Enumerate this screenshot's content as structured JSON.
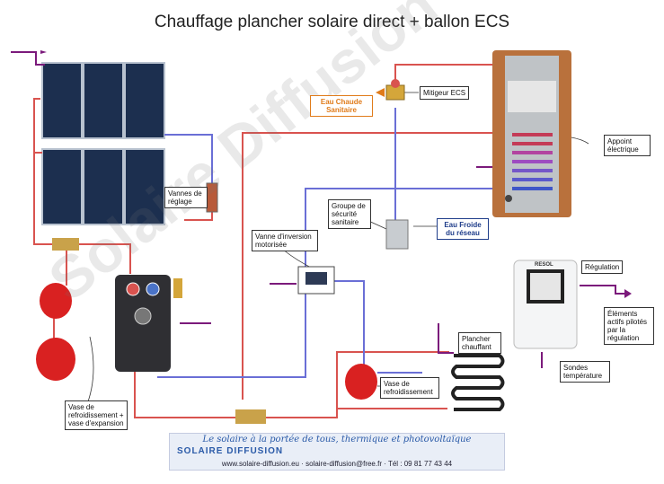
{
  "title": "Chauffage plancher solaire direct + ballon ECS",
  "labels": {
    "mitigeur": "Mitigeur ECS",
    "eau_chaude": "Eau Chaude Sanitaire",
    "appoint": "Appoint électrique",
    "eau_froide": "Eau Froide du réseau",
    "groupe_securite": "Groupe de sécurité sanitaire",
    "vannes_reglage": "Vannes de réglage",
    "vanne_inversion": "Vanne d'inversion motorisée",
    "regulation": "Régulation",
    "elements_pilotes": "Éléments actifs pilotés par la régulation",
    "plancher": "Plancher chauffant",
    "vase_refroid": "Vase de refroidissement",
    "vase_refroid_exp": "Vase de refroidissement + vase d'expansion",
    "sondes": "Sondes température",
    "controller_brand": "RESOL"
  },
  "banner": {
    "slogan": "Le solaire à la portée de tous, thermique et photovoltaïque",
    "brand": "SOLAIRE DIFFUSION",
    "contact": "www.solaire-diffusion.eu · solaire-diffusion@free.fr · Tél : 09 81 77 43 44"
  },
  "watermark": "Solaire Diffusion",
  "colors": {
    "hot": "#d9534f",
    "cold": "#6a6fd6",
    "signal": "#7b1a7b",
    "panel": "#1c2f4f"
  }
}
